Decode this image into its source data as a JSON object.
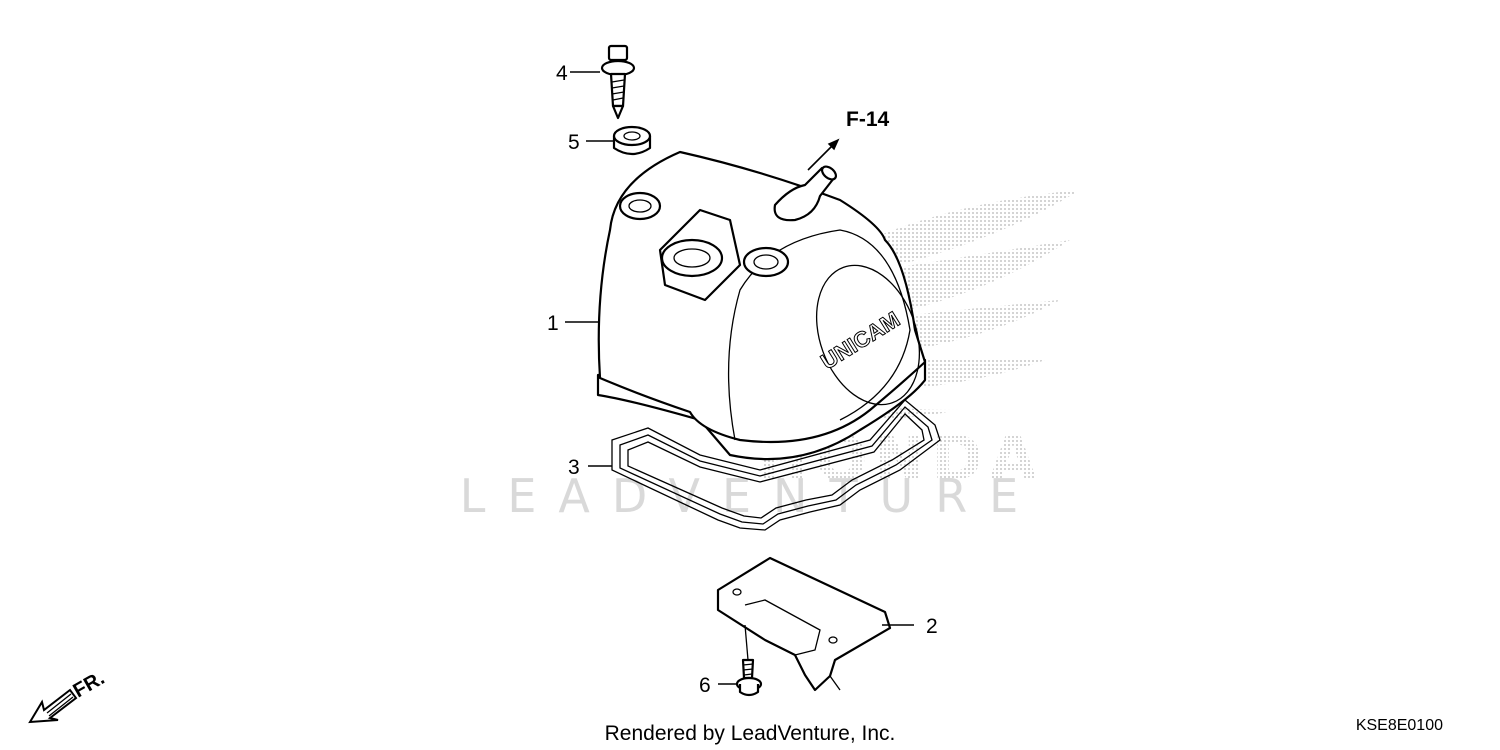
{
  "diagram": {
    "callouts": [
      "1",
      "2",
      "3",
      "4",
      "5",
      "6"
    ],
    "reference_label": "F-14",
    "direction_label": "FR.",
    "cover_logo_text": "UNICAM",
    "watermark_brand": "HONDA",
    "watermark_text": "LEADVENTURE",
    "footer_credit": "Rendered by LeadVenture, Inc.",
    "diagram_code": "KSE8E0100"
  }
}
